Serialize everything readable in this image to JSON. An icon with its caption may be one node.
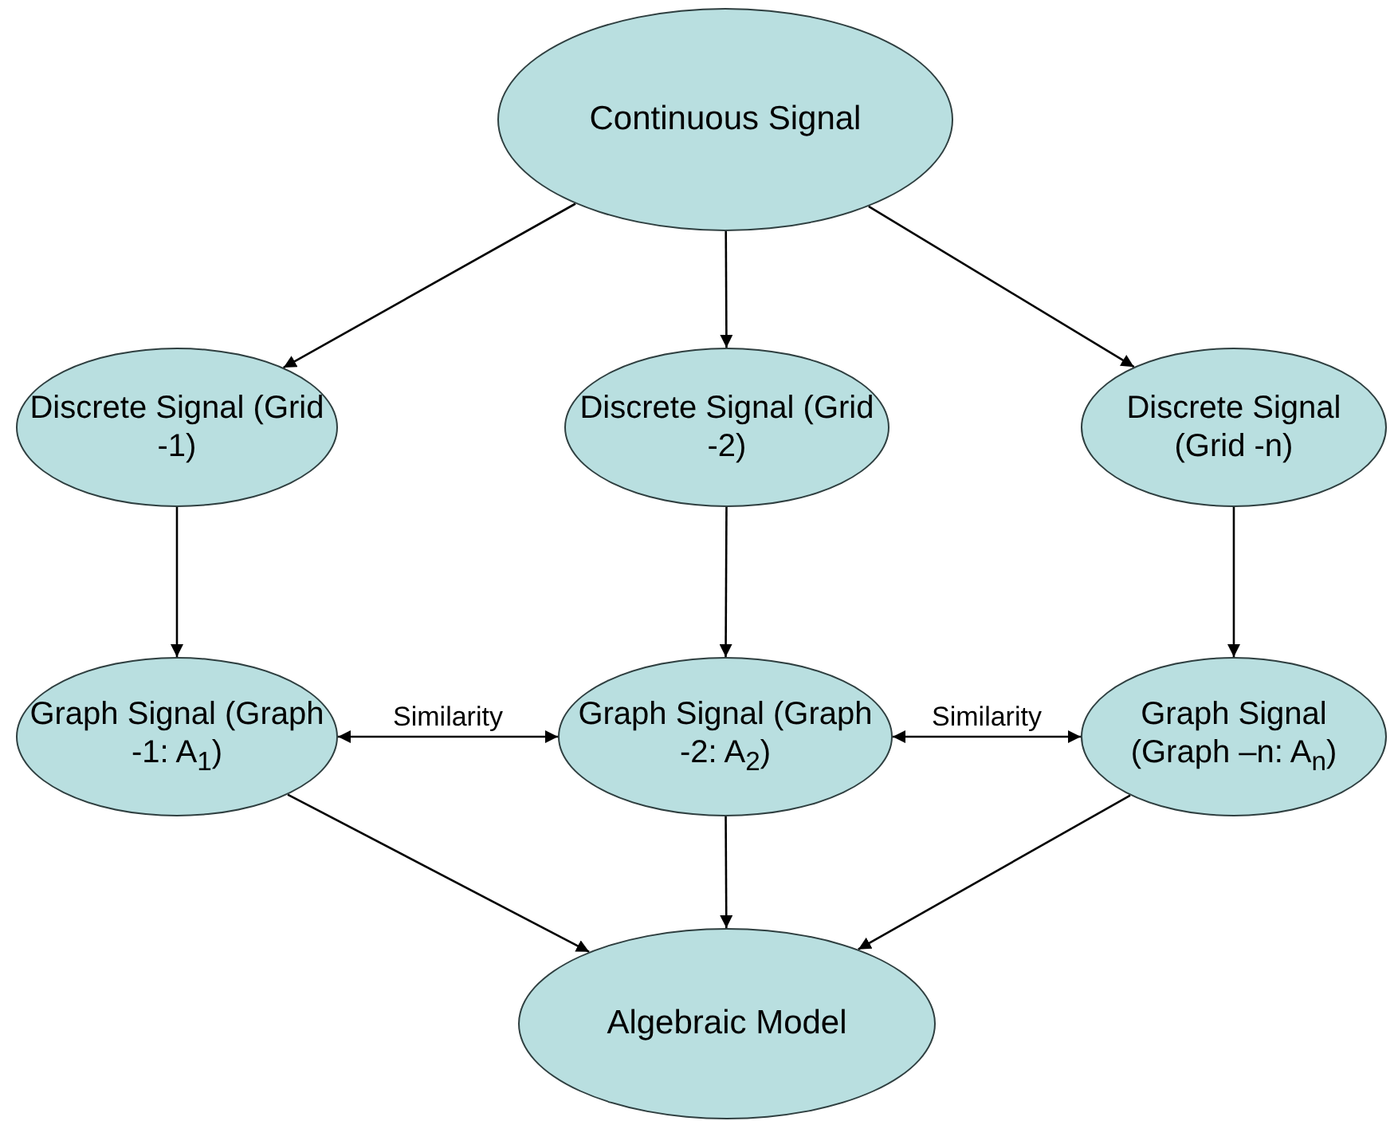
{
  "diagram": {
    "nodes": [
      {
        "text": [
          "Continuous Signal"
        ]
      },
      {
        "text": [
          "Discrete Signal (Grid -1)"
        ]
      },
      {
        "text": [
          "Discrete Signal (Grid -2)"
        ]
      },
      {
        "text": [
          "Discrete Signal (Grid -n)"
        ]
      },
      {
        "text": [
          "Graph Signal (Graph -1: A$_{1}$)"
        ]
      },
      {
        "text": [
          "Graph Signal (Graph -2: A$_{2}$)"
        ]
      },
      {
        "text": [
          "Graph Signal (Graph –n: A$_{n}$)"
        ]
      },
      {
        "text": [
          "Algebraic Model"
        ]
      }
    ],
    "edges": [
      {
        "from": 0,
        "to": 1,
        "arrow": "to"
      },
      {
        "from": 0,
        "to": 2,
        "arrow": "to"
      },
      {
        "from": 0,
        "to": 3,
        "arrow": "to"
      },
      {
        "from": 1,
        "to": 4,
        "arrow": "to"
      },
      {
        "from": 2,
        "to": 5,
        "arrow": "to"
      },
      {
        "from": 3,
        "to": 6,
        "arrow": "to"
      },
      {
        "from": 4,
        "to": 5,
        "arrow": "both",
        "label": "Similarity"
      },
      {
        "from": 5,
        "to": 6,
        "arrow": "both",
        "label": "Similarity"
      },
      {
        "from": 4,
        "to": 7,
        "arrow": "to"
      },
      {
        "from": 5,
        "to": 7,
        "arrow": "to"
      },
      {
        "from": 6,
        "to": 7,
        "arrow": "to"
      }
    ]
  }
}
